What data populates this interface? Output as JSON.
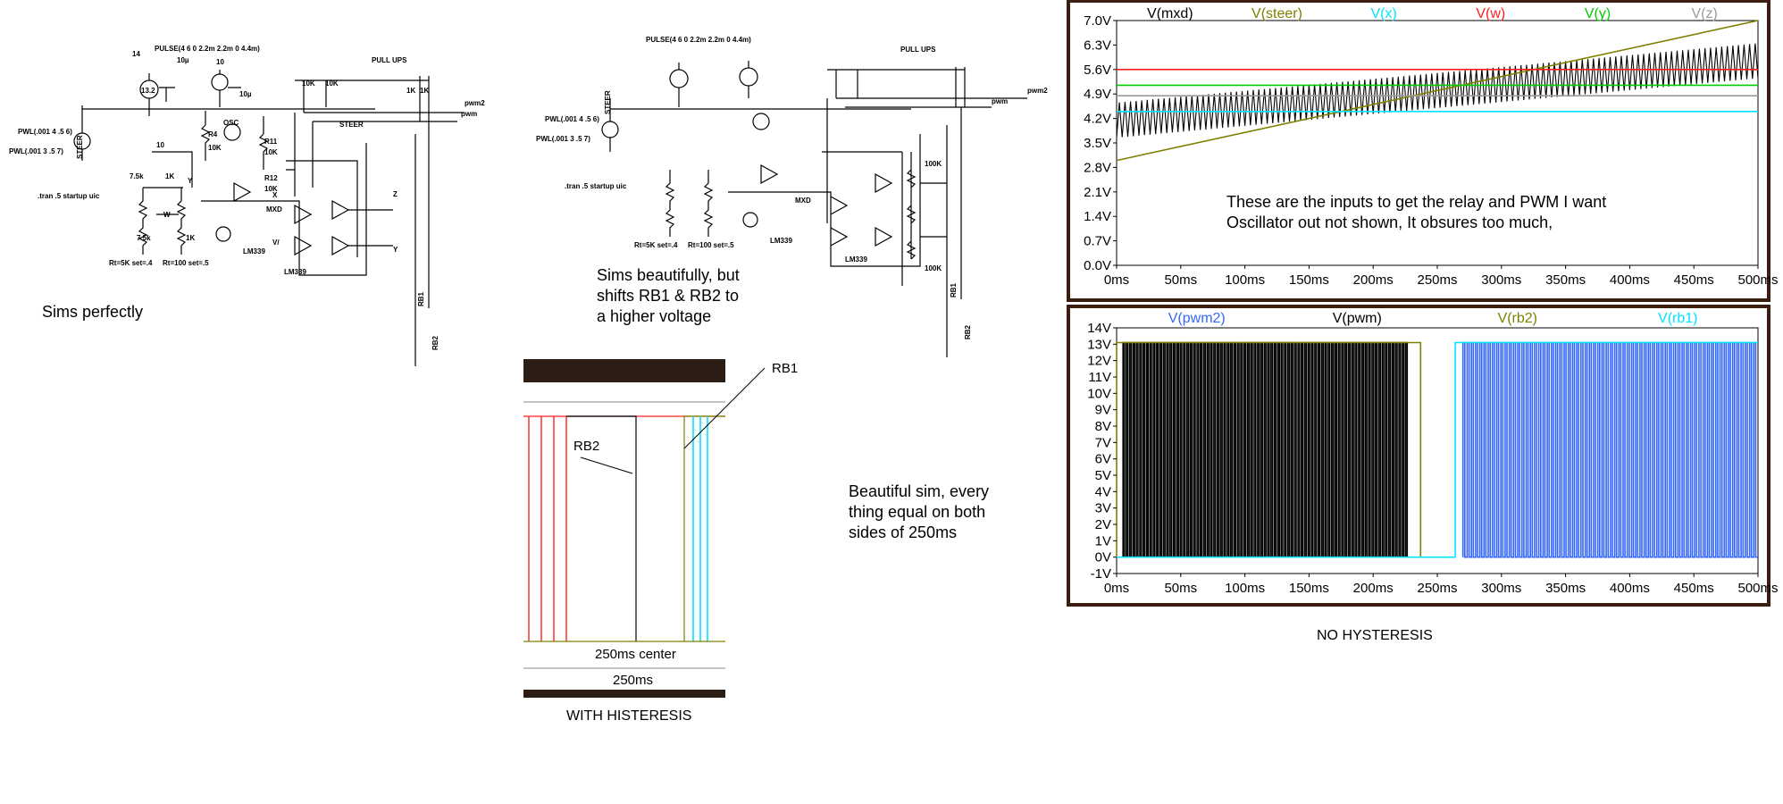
{
  "notes": {
    "sims_perfectly": "Sims perfectly",
    "sims_beautifully": "Sims beautifully, but\nshifts RB1 & RB2 to\na higher voltage",
    "beautiful_sim": "Beautiful sim, every\nthing equal on both\nsides of 250ms",
    "with_histeresis": "WITH HISTERESIS",
    "no_histeresis": "NO HYSTERESIS"
  },
  "schematic1": {
    "pulse": "PULSE(4 6 0 2.2m 2.2m 0 4.4m)",
    "pull_ups": "PULL UPS",
    "steer": "STEER",
    "pwl1": "PWL(.001 4 .5 6)",
    "pwl2": "PWL(.001 3 .5 7)",
    "tran": ".tran .5 startup uic",
    "v14": "14",
    "v132": "13.2",
    "v10": "10",
    "cap": "10µ",
    "r10k": "10K",
    "r1k": "1K",
    "pwm2": "pwm2",
    "pwm": "pwm",
    "r4": "R4",
    "r11": "R11",
    "r12": "R12",
    "mxd": "MXD",
    "lm339": "LM339",
    "rb1": "RB1",
    "rb2": "RB2",
    "rt1": "Rt=5K set=.4",
    "rt2": "Rt=100 set=.5",
    "r75k": "7.5k",
    "z": "Z",
    "y": "Y",
    "x": "X",
    "w": "W",
    "vv": "V/",
    "osc": "OSC"
  },
  "schematic2": {
    "pulse": "PULSE(4 6 0 2.2m 2.2m 0 4.4m)",
    "pull_ups": "PULL UPS",
    "steer": "STEER",
    "pwl1": "PWL(.001 4 .5 6)",
    "pwl2": "PWL(.001 3 .5 7)",
    "tran": ".tran .5 startup uic",
    "r100k": "100K",
    "rt1": "Rt=5K set=.4",
    "rt2": "Rt=100 set=.5",
    "lm339": "LM339",
    "mxd": "MXD",
    "pwm2": "pwm2",
    "pwm": "pwm",
    "rb1": "RB1",
    "rb2": "RB2"
  },
  "zoom": {
    "rb1": "RB1",
    "rb2": "RB2",
    "center": "250ms center",
    "axis": "250ms"
  },
  "plot1_annotation": "These are the inputs to get the relay and PWM I want\nOscillator out not shown, It obsures too much,",
  "colors": {
    "plot_frame": "#3b1e10",
    "black": "#000000",
    "olive": "#808000",
    "cyan": "#00e5ff",
    "red": "#ff2020",
    "green": "#00cc00",
    "gray": "#9a9a9a",
    "blue": "#3366ff"
  },
  "chart_data": [
    {
      "type": "line",
      "title": "",
      "xlabel": "",
      "ylabel": "",
      "xlim": [
        0,
        500
      ],
      "ylim": [
        0.0,
        7.0
      ],
      "x_ticks": [
        "0ms",
        "50ms",
        "100ms",
        "150ms",
        "200ms",
        "250ms",
        "300ms",
        "350ms",
        "400ms",
        "450ms",
        "500ms"
      ],
      "y_ticks": [
        "0.0V",
        "0.7V",
        "1.4V",
        "2.1V",
        "2.8V",
        "3.5V",
        "4.2V",
        "4.9V",
        "5.6V",
        "6.3V",
        "7.0V"
      ],
      "series": [
        {
          "name": "V(mxd)",
          "color": "#000000",
          "kind": "oscillation",
          "center_start": 4.15,
          "center_end": 5.85,
          "amplitude": 0.5,
          "cycles": 115
        },
        {
          "name": "V(steer)",
          "color": "#808000",
          "kind": "ramp",
          "x": [
            0,
            500
          ],
          "y": [
            3.0,
            7.0
          ]
        },
        {
          "name": "V(x)",
          "color": "#00e5ff",
          "kind": "constant",
          "x": [
            0,
            500
          ],
          "y": [
            4.4,
            4.4
          ]
        },
        {
          "name": "V(w)",
          "color": "#ff2020",
          "kind": "constant",
          "x": [
            0,
            500
          ],
          "y": [
            5.6,
            5.6
          ]
        },
        {
          "name": "V(y)",
          "color": "#00cc00",
          "kind": "constant",
          "x": [
            0,
            500
          ],
          "y": [
            5.15,
            5.15
          ]
        },
        {
          "name": "V(z)",
          "color": "#9a9a9a",
          "kind": "constant",
          "x": [
            0,
            500
          ],
          "y": [
            4.85,
            4.85
          ]
        }
      ]
    },
    {
      "type": "line",
      "title": "",
      "xlabel": "",
      "ylabel": "",
      "xlim": [
        0,
        500
      ],
      "ylim": [
        -1,
        14
      ],
      "x_ticks": [
        "0ms",
        "50ms",
        "100ms",
        "150ms",
        "200ms",
        "250ms",
        "300ms",
        "350ms",
        "400ms",
        "450ms",
        "500ms"
      ],
      "y_ticks": [
        "-1V",
        "0V",
        "1V",
        "2V",
        "3V",
        "4V",
        "5V",
        "6V",
        "7V",
        "8V",
        "9V",
        "10V",
        "11V",
        "12V",
        "13V",
        "14V"
      ],
      "series": [
        {
          "name": "V(pwm2)",
          "color": "#3366ff",
          "kind": "pulses",
          "x_start": 270,
          "x_end": 500,
          "count": 70,
          "high": 13.1,
          "low": 0
        },
        {
          "name": "V(pwm)",
          "color": "#000000",
          "kind": "pulses",
          "x_start": 5,
          "x_end": 228,
          "count": 85,
          "high": 13.1,
          "low": 0
        },
        {
          "name": "V(rb2)",
          "color": "#808000",
          "kind": "step",
          "x": [
            0,
            0,
            237,
            237
          ],
          "y": [
            0,
            13.1,
            13.1,
            0
          ]
        },
        {
          "name": "V(rb1)",
          "color": "#00e5ff",
          "kind": "step",
          "x": [
            0,
            264,
            264,
            500
          ],
          "y": [
            0,
            0,
            13.1,
            13.1
          ]
        }
      ]
    }
  ]
}
